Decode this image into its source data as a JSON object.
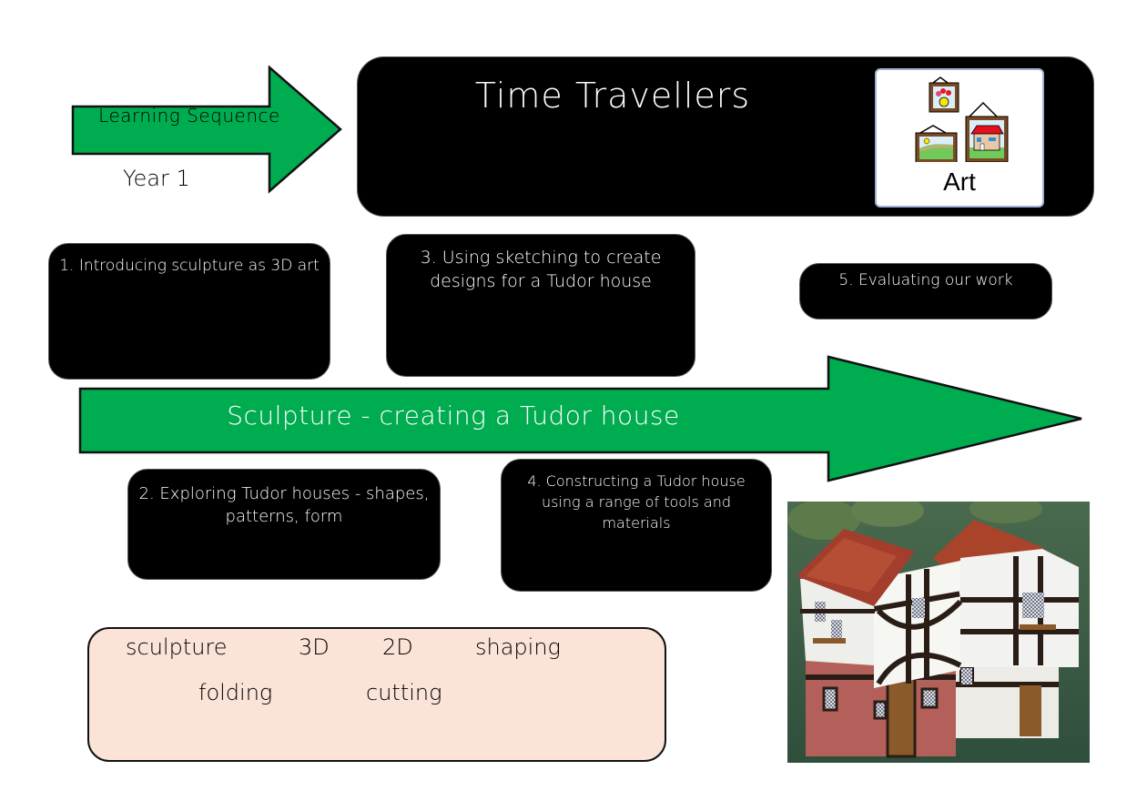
{
  "header": {
    "learning_sequence": "Learning Sequence",
    "year": "Year 1",
    "title": "Time Travellers",
    "subject_card": {
      "label": "Art",
      "icon": "framed-pictures-icon"
    }
  },
  "steps": [
    {
      "label": "1. Introducing sculpture as 3D art"
    },
    {
      "label": "2. Exploring Tudor houses - shapes, patterns, form"
    },
    {
      "label": "3. Using sketching to create designs for a Tudor house"
    },
    {
      "label": "4. Constructing a Tudor house using a range of tools and materials"
    },
    {
      "label": "5. Evaluating our work"
    }
  ],
  "unit": {
    "label": "Sculpture - creating a Tudor house"
  },
  "vocabulary": [
    "sculpture",
    "3D",
    "2D",
    "shaping",
    "folding",
    "cutting"
  ],
  "photo": {
    "subject": "model-tudor-houses"
  },
  "colors": {
    "arrow_green": "#00ac50",
    "box_black": "#000000",
    "vocab_bg": "#fce3d8"
  }
}
